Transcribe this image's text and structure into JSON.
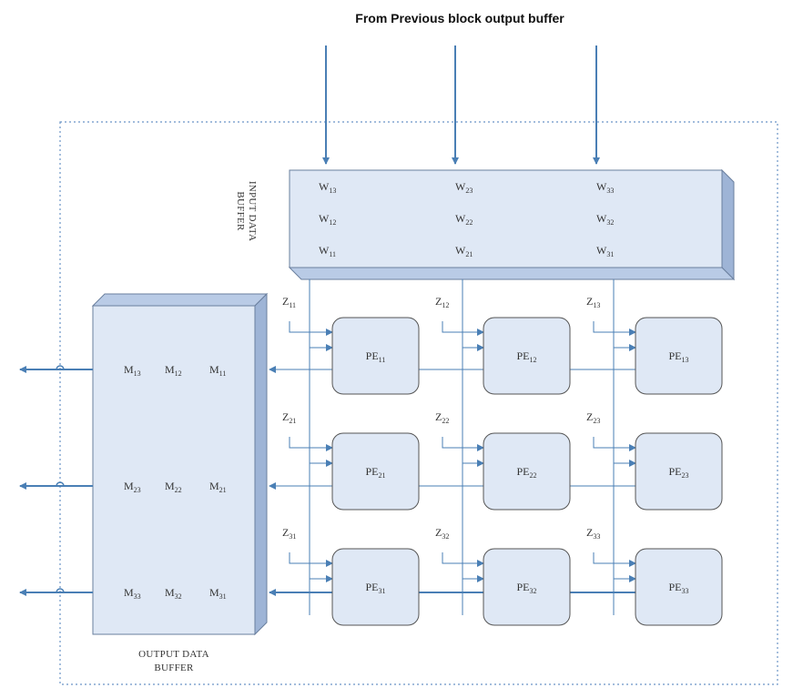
{
  "title": "From Previous block output buffer",
  "input_buffer": {
    "label_line1": "INPUT DATA",
    "label_line2": "BUFFER",
    "weights": [
      [
        {
          "b": "W",
          "s": "13"
        },
        {
          "b": "W",
          "s": "23"
        },
        {
          "b": "W",
          "s": "33"
        }
      ],
      [
        {
          "b": "W",
          "s": "12"
        },
        {
          "b": "W",
          "s": "22"
        },
        {
          "b": "W",
          "s": "32"
        }
      ],
      [
        {
          "b": "W",
          "s": "11"
        },
        {
          "b": "W",
          "s": "21"
        },
        {
          "b": "W",
          "s": "31"
        }
      ]
    ]
  },
  "output_buffer": {
    "label_line1": "OUTPUT DATA",
    "label_line2": "BUFFER",
    "rows": [
      [
        {
          "b": "M",
          "s": "13"
        },
        {
          "b": "M",
          "s": "12"
        },
        {
          "b": "M",
          "s": "11"
        }
      ],
      [
        {
          "b": "M",
          "s": "23"
        },
        {
          "b": "M",
          "s": "22"
        },
        {
          "b": "M",
          "s": "21"
        }
      ],
      [
        {
          "b": "M",
          "s": "33"
        },
        {
          "b": "M",
          "s": "32"
        },
        {
          "b": "M",
          "s": "31"
        }
      ]
    ]
  },
  "z_labels": [
    [
      {
        "b": "Z",
        "s": "11"
      },
      {
        "b": "Z",
        "s": "12"
      },
      {
        "b": "Z",
        "s": "13"
      }
    ],
    [
      {
        "b": "Z",
        "s": "21"
      },
      {
        "b": "Z",
        "s": "22"
      },
      {
        "b": "Z",
        "s": "23"
      }
    ],
    [
      {
        "b": "Z",
        "s": "31"
      },
      {
        "b": "Z",
        "s": "32"
      },
      {
        "b": "Z",
        "s": "33"
      }
    ]
  ],
  "pe": [
    [
      {
        "b": "PE",
        "s": "11"
      },
      {
        "b": "PE",
        "s": "12"
      },
      {
        "b": "PE",
        "s": "13"
      }
    ],
    [
      {
        "b": "PE",
        "s": "21"
      },
      {
        "b": "PE",
        "s": "22"
      },
      {
        "b": "PE",
        "s": "23"
      }
    ],
    [
      {
        "b": "PE",
        "s": "31"
      },
      {
        "b": "PE",
        "s": "32"
      },
      {
        "b": "PE",
        "s": "33"
      }
    ]
  ],
  "colors": {
    "arrow": "#4a7fb5",
    "box_fill": "#dfe8f5",
    "box_side": "#9eb4d6",
    "box_top": "#b9cbe6",
    "dotted_border": "#6a94c6"
  }
}
